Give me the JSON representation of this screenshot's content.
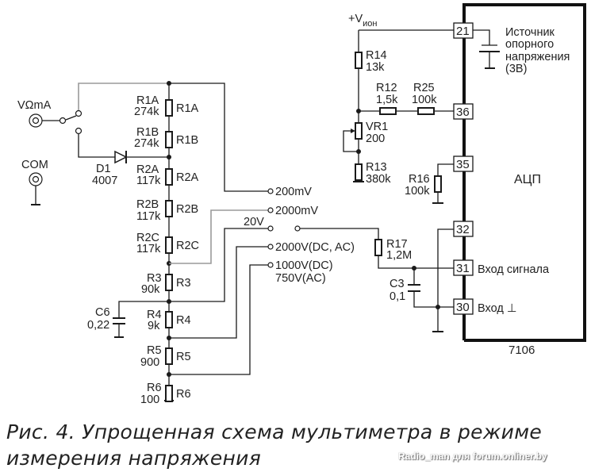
{
  "caption": {
    "line1": "Рис. 4. Упрощенная схема мультиметра в режиме",
    "line2": "измерения напряжения"
  },
  "watermark": "Radio_man для forum.onliner.by",
  "terminals": {
    "input": "VΩmA",
    "common": "COM"
  },
  "diode": {
    "ref": "D1",
    "value": "4007"
  },
  "divider": [
    {
      "ref": "R1A",
      "value": "274k",
      "name": "R1A"
    },
    {
      "ref": "R1B",
      "value": "274k",
      "name": "R1B"
    },
    {
      "ref": "R2A",
      "value": "117k",
      "name": "R2A"
    },
    {
      "ref": "R2B",
      "value": "117k",
      "name": "R2B"
    },
    {
      "ref": "R2C",
      "value": "117k",
      "name": "R2C"
    },
    {
      "ref": "R3",
      "value": "90k",
      "name": "R3"
    },
    {
      "ref": "R4",
      "value": "9k",
      "name": "R4"
    },
    {
      "ref": "R5",
      "value": "900",
      "name": "R5"
    },
    {
      "ref": "R6",
      "value": "100",
      "name": "R6"
    }
  ],
  "capacitor_c6": {
    "ref": "C6",
    "value": "0,22"
  },
  "ranges": [
    {
      "label": "200mV"
    },
    {
      "label": "2000mV"
    },
    {
      "label": "20V"
    },
    {
      "label": "2000V(DC, AC)"
    },
    {
      "label": "1000V(DC)",
      "label2": "750V(AC)"
    }
  ],
  "reference": {
    "supply": "+V",
    "supply_sub": "ион",
    "r14": {
      "ref": "R14",
      "value": "13k"
    },
    "r12": {
      "ref": "R12",
      "value": "1,5k"
    },
    "r25": {
      "ref": "R25",
      "value": "100k"
    },
    "vr1": {
      "ref": "VR1",
      "value": "200"
    },
    "r13": {
      "ref": "R13",
      "value": "380k"
    },
    "r16": {
      "ref": "R16",
      "value": "100k"
    },
    "source_label": [
      "Источник",
      "опорного",
      "напряжения",
      "(3В)"
    ]
  },
  "input_filter": {
    "r17": {
      "ref": "R17",
      "value": "1,2M"
    },
    "c3": {
      "ref": "C3",
      "value": "0,1"
    }
  },
  "chip": {
    "name": "АЦП",
    "part": "7106",
    "pins": [
      {
        "num": "21",
        "label": ""
      },
      {
        "num": "36",
        "label": ""
      },
      {
        "num": "35",
        "label": ""
      },
      {
        "num": "32",
        "label": ""
      },
      {
        "num": "31",
        "label": "Вход сигнала"
      },
      {
        "num": "30",
        "label": "Вход ⊥"
      }
    ]
  }
}
